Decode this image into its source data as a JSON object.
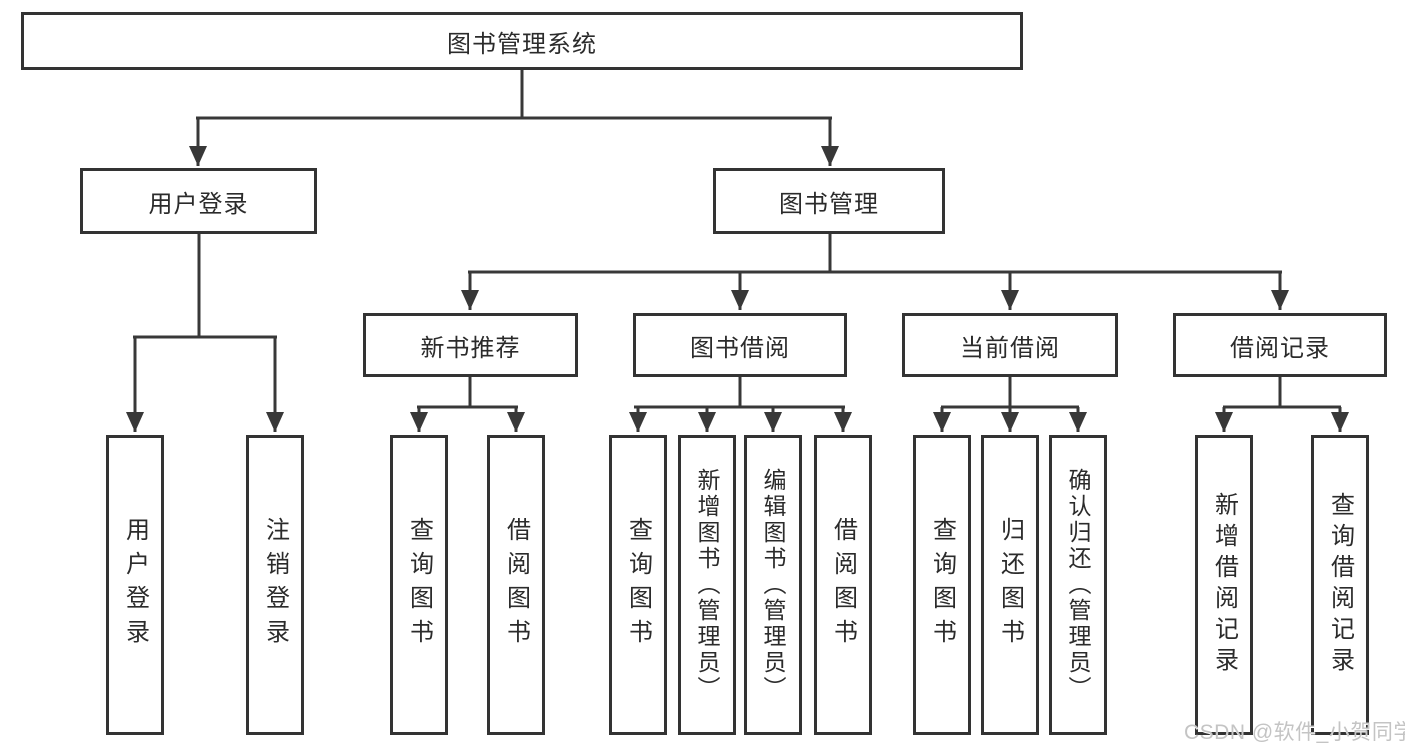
{
  "tree": {
    "root": "图书管理系统",
    "login": {
      "label": "用户登录",
      "children": [
        "用户登录",
        "注销登录"
      ]
    },
    "mgmt": {
      "label": "图书管理",
      "sections": [
        {
          "label": "新书推荐",
          "children": [
            "查询图书",
            "借阅图书"
          ]
        },
        {
          "label": "图书借阅",
          "children": [
            "查询图书",
            "新增图书（管理员）",
            "编辑图书（管理员）",
            "借阅图书"
          ]
        },
        {
          "label": "当前借阅",
          "children": [
            "查询图书",
            "归还图书",
            "确认归还（管理员）"
          ]
        },
        {
          "label": "借阅记录",
          "children": [
            "新增借阅记录",
            "查询借阅记录"
          ]
        }
      ]
    }
  },
  "watermark": "CSDN @软件_小贺同学",
  "colors": {
    "line": "#383838",
    "box_border": "#333333",
    "box_fill": "#ffffff",
    "text": "#2b2b2b",
    "watermark": "#c4c4c4",
    "background": "#ffffff"
  }
}
